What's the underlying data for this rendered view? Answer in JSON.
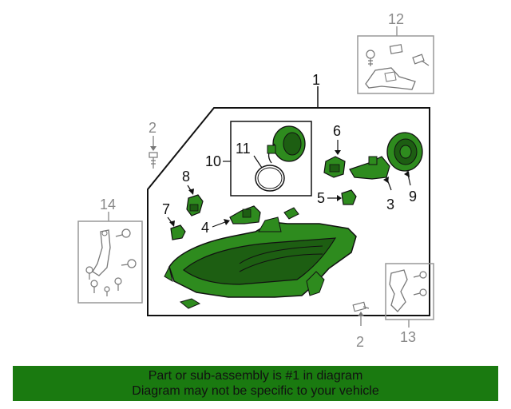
{
  "callouts": {
    "c1": "1",
    "c2_top": "2",
    "c2_bottom": "2",
    "c3": "3",
    "c4": "4",
    "c5": "5",
    "c6": "6",
    "c7": "7",
    "c8": "8",
    "c9": "9",
    "c10": "10",
    "c11": "11",
    "c12": "12",
    "c13": "13",
    "c14": "14"
  },
  "banner": {
    "line1": "Part or sub-assembly is #1 in diagram",
    "line2": "Diagram may not be specific to your vehicle"
  },
  "colors": {
    "highlight": "#2e8b1e",
    "highlight_dark": "#1d5e12",
    "banner": "#1a7a10",
    "outline": "#111111",
    "gray": "#8a8a8a"
  }
}
